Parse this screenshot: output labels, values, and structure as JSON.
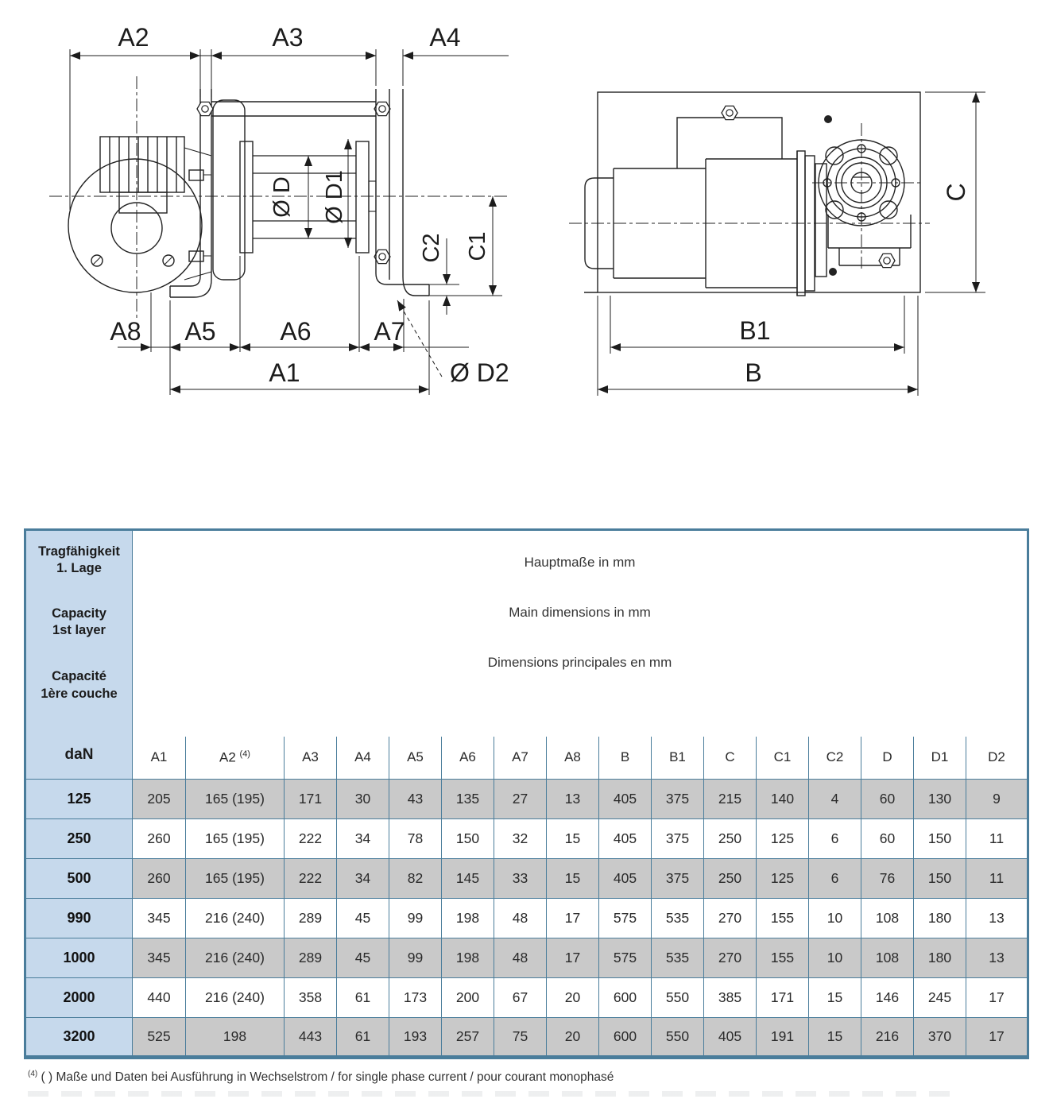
{
  "drawing": {
    "left_view": {
      "dim_labels": {
        "a2": "A2",
        "a3": "A3",
        "a4": "A4",
        "d": "Ø D",
        "d1": "Ø D1",
        "c2": "C2",
        "c1": "C1",
        "a8": "A8",
        "a5": "A5",
        "a6": "A6",
        "a7": "A7",
        "a1": "A1",
        "d2": "Ø D2"
      }
    },
    "right_view": {
      "dim_labels": {
        "c": "C",
        "b1": "B1",
        "b": "B"
      }
    }
  },
  "table": {
    "capacity_header": {
      "de_line1": "Tragfähigkeit",
      "de_line2": "1. Lage",
      "en_line1": "Capacity",
      "en_line2": "1st layer",
      "fr_line1": "Capacité",
      "fr_line2": "1ère couche",
      "unit": "daN"
    },
    "dims_header": {
      "de": "Hauptmaße in mm",
      "en": "Main dimensions in mm",
      "fr": "Dimensions principales en mm"
    },
    "columns": [
      "A1",
      "A2",
      "A3",
      "A4",
      "A5",
      "A6",
      "A7",
      "A8",
      "B",
      "B1",
      "C",
      "C1",
      "C2",
      "D",
      "D1",
      "D2"
    ],
    "a2_superscript": "(4)",
    "rows": [
      {
        "capacity": "125",
        "values": [
          "205",
          "165 (195)",
          "171",
          "30",
          "43",
          "135",
          "27",
          "13",
          "405",
          "375",
          "215",
          "140",
          "4",
          "60",
          "130",
          "9"
        ]
      },
      {
        "capacity": "250",
        "values": [
          "260",
          "165 (195)",
          "222",
          "34",
          "78",
          "150",
          "32",
          "15",
          "405",
          "375",
          "250",
          "125",
          "6",
          "60",
          "150",
          "11"
        ]
      },
      {
        "capacity": "500",
        "values": [
          "260",
          "165 (195)",
          "222",
          "34",
          "82",
          "145",
          "33",
          "15",
          "405",
          "375",
          "250",
          "125",
          "6",
          "76",
          "150",
          "11"
        ]
      },
      {
        "capacity": "990",
        "values": [
          "345",
          "216 (240)",
          "289",
          "45",
          "99",
          "198",
          "48",
          "17",
          "575",
          "535",
          "270",
          "155",
          "10",
          "108",
          "180",
          "13"
        ]
      },
      {
        "capacity": "1000",
        "values": [
          "345",
          "216 (240)",
          "289",
          "45",
          "99",
          "198",
          "48",
          "17",
          "575",
          "535",
          "270",
          "155",
          "10",
          "108",
          "180",
          "13"
        ]
      },
      {
        "capacity": "2000",
        "values": [
          "440",
          "216 (240)",
          "358",
          "61",
          "173",
          "200",
          "67",
          "20",
          "600",
          "550",
          "385",
          "171",
          "15",
          "146",
          "245",
          "17"
        ]
      },
      {
        "capacity": "3200",
        "values": [
          "525",
          "198",
          "443",
          "61",
          "193",
          "257",
          "75",
          "20",
          "600",
          "550",
          "405",
          "191",
          "15",
          "216",
          "370",
          "17"
        ]
      }
    ]
  },
  "footnote": {
    "sup": "(4)",
    "text": " ( ) Maße und Daten bei Ausführung in Wechselstrom  /  for single phase current  /  pour courant monophasé"
  }
}
